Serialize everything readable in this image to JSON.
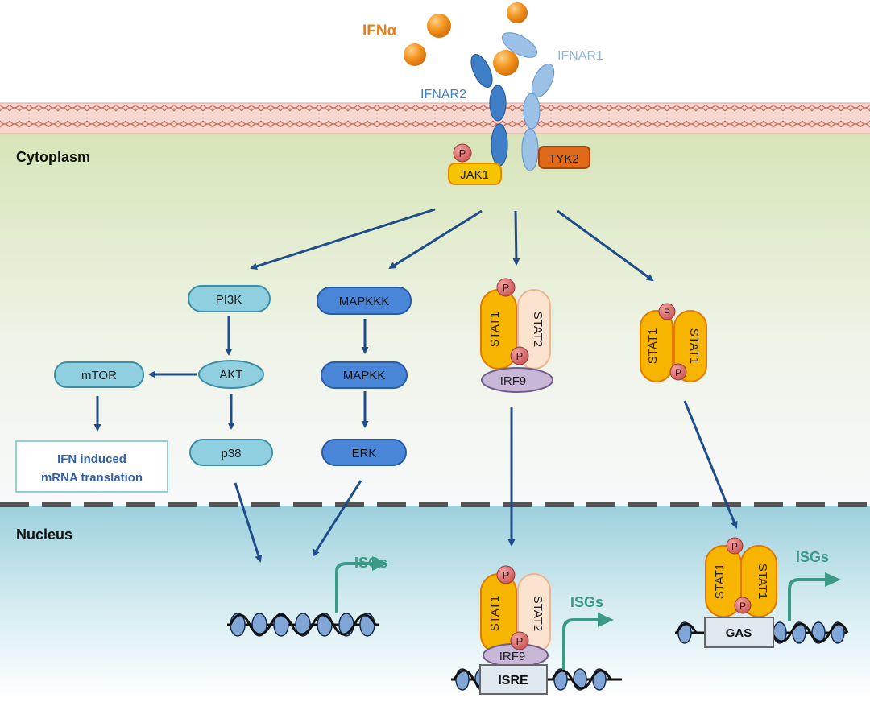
{
  "ligand": {
    "label": "IFNα"
  },
  "receptors": {
    "ifnar1": "IFNAR1",
    "ifnar2": "IFNAR2"
  },
  "compartments": {
    "cytoplasm": "Cytoplasm",
    "nucleus": "Nucleus"
  },
  "kinases": {
    "jak1": "JAK1",
    "tyk2": "TYK2",
    "phospho": "P"
  },
  "pathways": {
    "pi3k": "PI3K",
    "akt": "AKT",
    "mtor": "mTOR",
    "p38": "p38",
    "translation_line1": "IFN induced",
    "translation_line2": "mRNA translation",
    "mapkkk": "MAPKKK",
    "mapkk": "MAPKK",
    "erk": "ERK"
  },
  "stats": {
    "stat1": "STAT1",
    "stat2": "STAT2",
    "irf9": "IRF9"
  },
  "nucleus": {
    "isgs": "ISGs",
    "isre": "ISRE",
    "gas": "GAS"
  },
  "colors": {
    "ligand": "#f08a1c",
    "ifnar1": "#9cc1e6",
    "ifnar2": "#3f7fc8",
    "jak1": "#f7b500",
    "tyk2": "#e06a1a",
    "pi3k_branch": "#8fcfe0",
    "mapk_branch": "#3f7ad0",
    "stat1": "#f7b500",
    "stat2": "#fbe3cf",
    "irf9": "#c9b7d8",
    "arrow": "#1f4d8c",
    "isg_arrow": "#3a9a86",
    "membrane": "#e99a90",
    "cytoplasm_bg": "#dfe9c8",
    "nucleus_bg": "#a8d6e0"
  }
}
